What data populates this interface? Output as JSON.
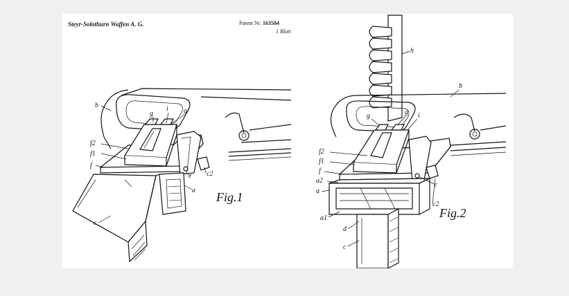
{
  "header": {
    "company": "Steyr-Solothurn Waffen A. G.",
    "patent_prefix": "Patent Nr.",
    "patent_number": "163584",
    "sheet": "1 Blatt"
  },
  "figures": [
    {
      "caption": "Fig.1",
      "labels": [
        "b",
        "g",
        "i",
        "g",
        "f2",
        "f1",
        "f",
        "e",
        "c2",
        "a",
        "c"
      ]
    },
    {
      "caption": "Fig.2",
      "labels": [
        "h",
        "b",
        "g",
        "g",
        "i",
        "f2",
        "f1",
        "f",
        "a2",
        "a",
        "e",
        "c2",
        "a1",
        "d",
        "c"
      ]
    }
  ]
}
